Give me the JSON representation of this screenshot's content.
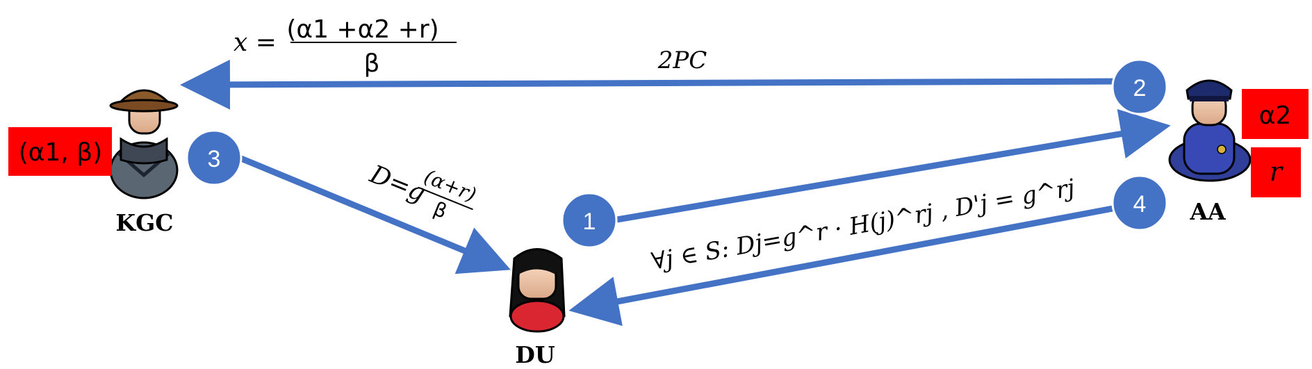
{
  "entities": {
    "kgc": {
      "label": "KGC",
      "secret": "(α1, β)"
    },
    "aa": {
      "label": "AA",
      "secret_alpha": "α2",
      "secret_r": "r"
    },
    "du": {
      "label": "DU"
    }
  },
  "steps": [
    {
      "number": "1"
    },
    {
      "number": "2"
    },
    {
      "number": "3"
    },
    {
      "number": "4"
    }
  ],
  "formulas": {
    "x_lhs": "x =",
    "x_numerator": "(α1 +α2 +r)",
    "x_denominator": "β",
    "protocol": "2PC",
    "d_formula_base": "D=g",
    "d_formula_num": "(α+r)",
    "d_formula_den": "β",
    "dj_formula": "∀j ∈ S: Dj=g^r · H(j)^rj , D'j = g^rj"
  },
  "colors": {
    "arrow": "#4472C4",
    "badge": "#4472C4",
    "secret_box": "#FF0000"
  },
  "icons": {
    "kgc": "spy-detective-icon",
    "aa": "police-officer-icon",
    "du": "woman-user-icon"
  }
}
